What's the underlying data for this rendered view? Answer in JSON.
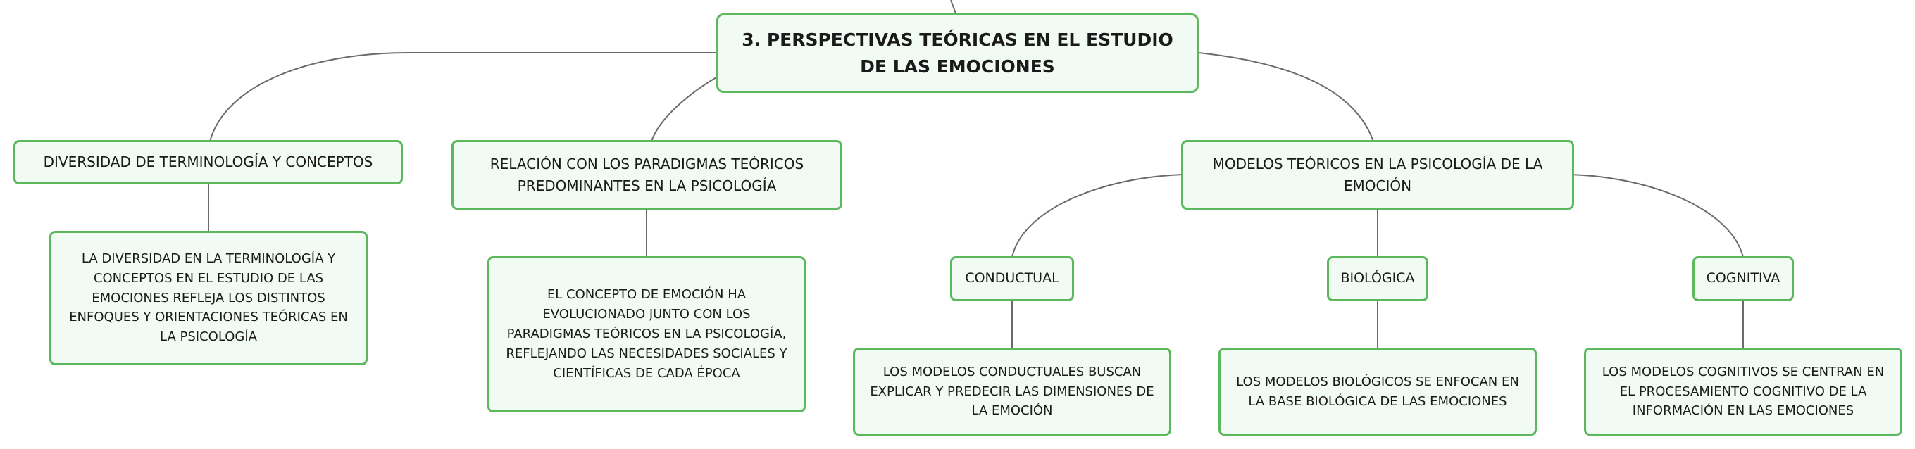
{
  "root": {
    "title": "3. PERSPECTIVAS TEÓRICAS EN EL ESTUDIO DE LAS EMOCIONES"
  },
  "branches": {
    "diversidad": {
      "label": "DIVERSIDAD DE TERMINOLOGÍA Y CONCEPTOS",
      "detail": "LA DIVERSIDAD EN LA TERMINOLOGÍA Y CONCEPTOS EN EL ESTUDIO DE LAS EMOCIONES REFLEJA LOS DISTINTOS ENFOQUES Y ORIENTACIONES TEÓRICAS EN LA PSICOLOGÍA"
    },
    "relacion": {
      "label": "RELACIÓN CON LOS PARADIGMAS TEÓRICOS PREDOMINANTES EN LA PSICOLOGÍA",
      "detail": "EL CONCEPTO DE EMOCIÓN HA EVOLUCIONADO JUNTO CON LOS PARADIGMAS TEÓRICOS EN LA PSICOLOGÍA, REFLEJANDO LAS NECESIDADES SOCIALES Y CIENTÍFICAS DE CADA ÉPOCA"
    },
    "modelos": {
      "label": "MODELOS TEÓRICOS EN LA PSICOLOGÍA DE LA EMOCIÓN",
      "conductual": {
        "label": "CONDUCTUAL",
        "detail": "LOS MODELOS CONDUCTUALES BUSCAN EXPLICAR Y PREDECIR LAS DIMENSIONES DE LA EMOCIÓN"
      },
      "biologica": {
        "label": "BIOLÓGICA",
        "detail": "LOS MODELOS BIOLÓGICOS SE ENFOCAN EN LA BASE BIOLÓGICA DE LAS EMOCIONES"
      },
      "cognitiva": {
        "label": "COGNITIVA",
        "detail": "LOS MODELOS COGNITIVOS SE CENTRAN EN EL PROCESAMIENTO COGNITIVO DE LA INFORMACIÓN EN LAS EMOCIONES"
      }
    }
  },
  "colors": {
    "node_border": "#5cb85c",
    "node_fill": "#f2faf4",
    "connector": "#6b6b6b"
  }
}
